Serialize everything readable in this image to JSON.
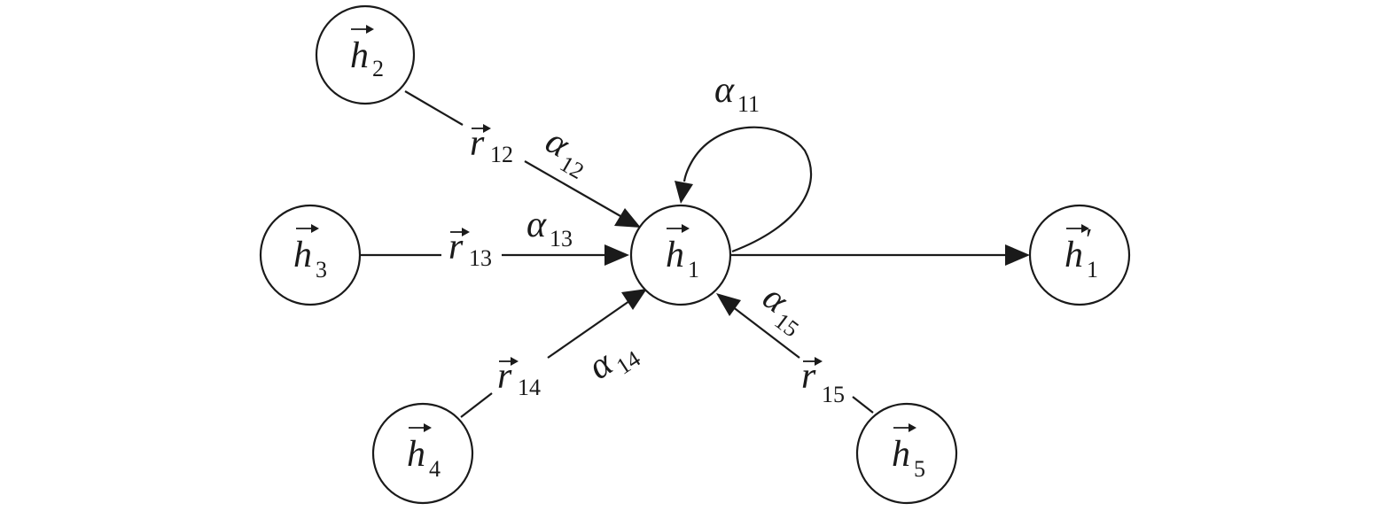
{
  "nodes": [
    {
      "id": "h1",
      "letter": "h",
      "sub": "1",
      "prime": ""
    },
    {
      "id": "h2",
      "letter": "h",
      "sub": "2",
      "prime": ""
    },
    {
      "id": "h3",
      "letter": "h",
      "sub": "3",
      "prime": ""
    },
    {
      "id": "h4",
      "letter": "h",
      "sub": "4",
      "prime": ""
    },
    {
      "id": "h5",
      "letter": "h",
      "sub": "5",
      "prime": ""
    },
    {
      "id": "h1p",
      "letter": "h",
      "sub": "1",
      "prime": "′"
    }
  ],
  "relations": [
    {
      "id": "r12",
      "letter": "r",
      "sub": "12"
    },
    {
      "id": "r13",
      "letter": "r",
      "sub": "13"
    },
    {
      "id": "r14",
      "letter": "r",
      "sub": "14"
    },
    {
      "id": "r15",
      "letter": "r",
      "sub": "15"
    }
  ],
  "weights": [
    {
      "id": "a11",
      "letter": "α",
      "sub": "11"
    },
    {
      "id": "a12",
      "letter": "α",
      "sub": "12"
    },
    {
      "id": "a13",
      "letter": "α",
      "sub": "13"
    },
    {
      "id": "a14",
      "letter": "α",
      "sub": "14"
    },
    {
      "id": "a15",
      "letter": "α",
      "sub": "15"
    }
  ],
  "colors": {
    "stroke": "#1a1a1a",
    "background": "#ffffff"
  }
}
